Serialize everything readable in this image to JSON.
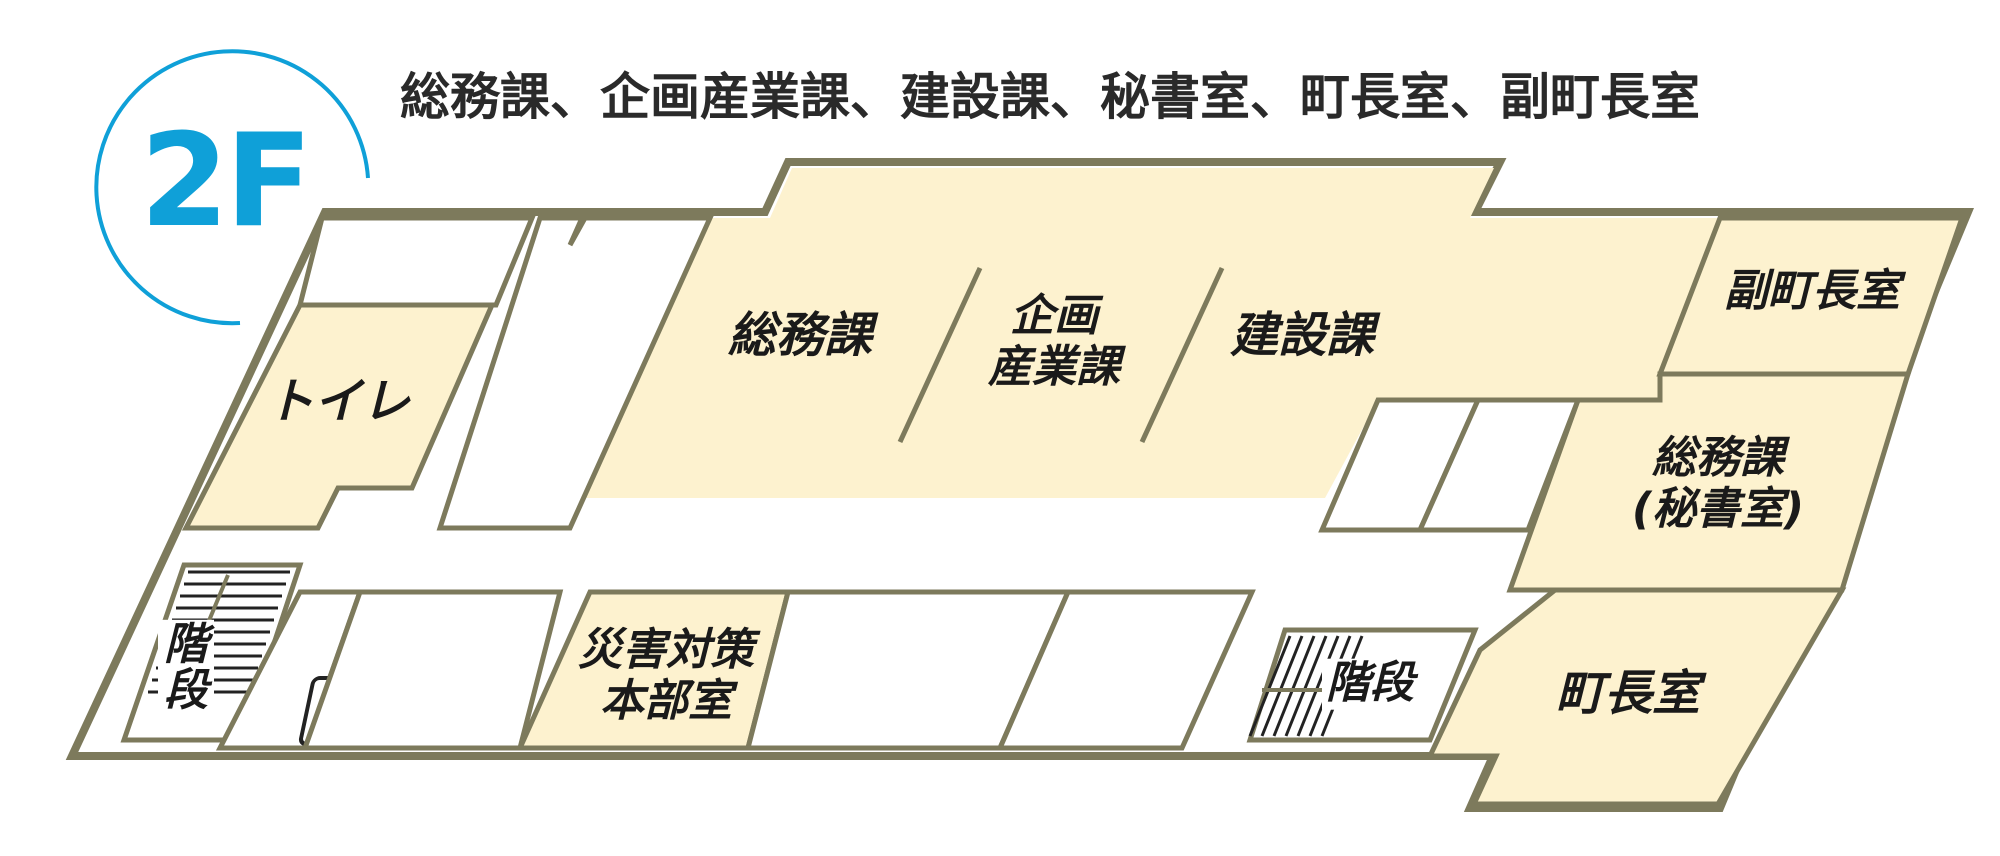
{
  "floor": {
    "label": "2F",
    "departments_list": "総務課、企画産業課、建設課、秘書室、町長室、副町長室"
  },
  "colors": {
    "room_fill": "#fdf2cf",
    "wall": "#7d7a5c",
    "accent": "#0fa0d8",
    "open": "#ffffff"
  },
  "rooms": {
    "general_affairs": "総務課",
    "planning_line1": "企画",
    "planning_line2": "産業課",
    "construction": "建設課",
    "vice_mayor": "副町長室",
    "secretary_line1": "総務課",
    "secretary_line2": "(秘書室)",
    "mayor": "町長室",
    "disaster_line1": "災害対策",
    "disaster_line2": "本部室",
    "toilet": "トイレ",
    "stairs_left_line1": "階",
    "stairs_left_line2": "段",
    "stairs_right": "階段"
  },
  "icons": {
    "elevator": "elevator-icon"
  }
}
